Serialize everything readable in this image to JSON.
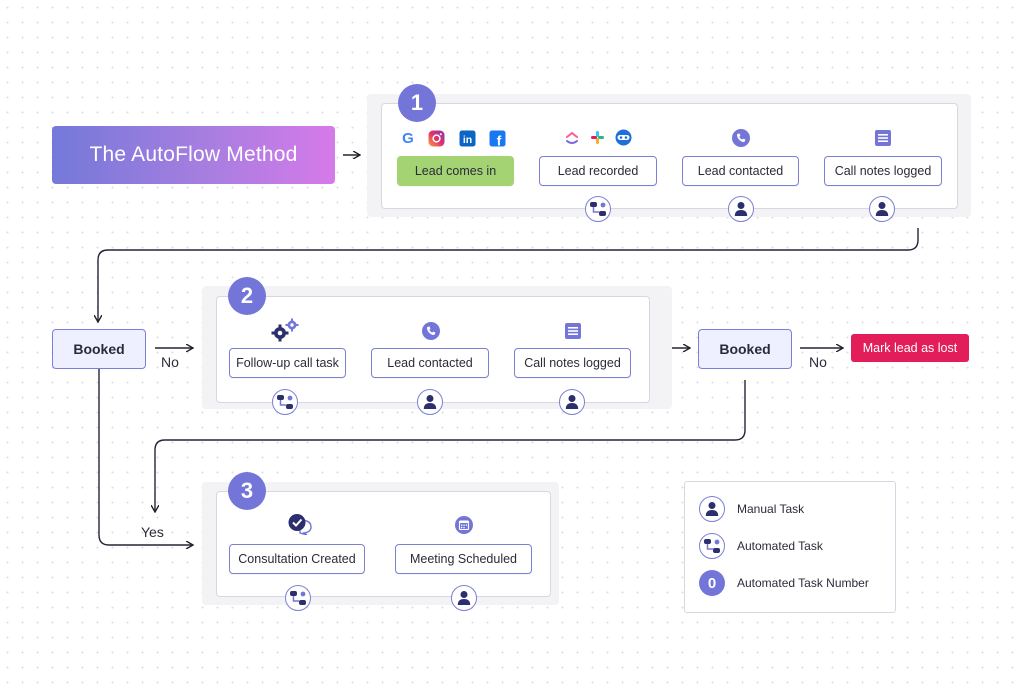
{
  "title": "The AutoFlow Method",
  "stage1": {
    "number": "1",
    "nodes": [
      "Lead comes in",
      "Lead recorded",
      "Lead contacted",
      "Call notes logged"
    ]
  },
  "stage2": {
    "number": "2",
    "nodes": [
      "Follow-up call task",
      "Lead contacted",
      "Call notes logged"
    ]
  },
  "stage3": {
    "number": "3",
    "nodes": [
      "Consultation Created",
      "Meeting Scheduled"
    ]
  },
  "decisions": {
    "booked_1": "Booked",
    "booked_2": "Booked",
    "no_1": "No",
    "no_2": "No",
    "yes": "Yes",
    "lost": "Mark lead as lost"
  },
  "legend": {
    "manual": "Manual Task",
    "automated": "Automated Task",
    "number_label": "Automated Task Number",
    "number_sample": "0"
  },
  "source_icons": [
    "google-icon",
    "instagram-icon",
    "linkedin-icon",
    "facebook-icon"
  ],
  "crm_icons": [
    "clickup-icon",
    "slack-icon",
    "robot-icon"
  ],
  "colors": {
    "accent": "#7376d8",
    "node_border": "#7b80d6",
    "green": "#a3d372",
    "lost": "#e21d59"
  }
}
